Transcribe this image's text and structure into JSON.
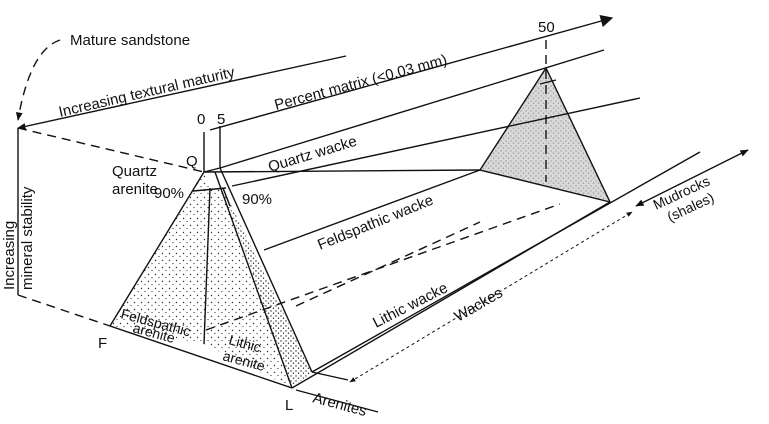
{
  "labels": {
    "mature_sandstone": "Mature sandstone",
    "textural_maturity": "Increasing textural maturity",
    "percent_matrix": "Percent matrix (<0.03 mm)",
    "tick_0": "0",
    "tick_5": "5",
    "tick_50": "50",
    "mineral_stability_line1": "Increasing",
    "mineral_stability_line2": "mineral stability",
    "quartz_arenite_line1": "Quartz",
    "quartz_arenite_line2": "arenite",
    "pct_90_left": "90%",
    "pct_90_right": "90%",
    "vertex_q": "Q",
    "vertex_f": "F",
    "vertex_l": "L",
    "quartz_wacke": "Quartz  wacke",
    "feldspathic_wacke": "Feldspathic  wacke",
    "lithic_wacke": "Lithic  wacke",
    "wackes": "Wackes",
    "arenites": "Arenites",
    "mudrocks_line1": "Mudrocks",
    "mudrocks_line2": "(shales)",
    "feldspathic_arenite_line1": "Feldspathic",
    "feldspathic_arenite_line2": "arenite",
    "lithic_arenite_line1": "Lithic",
    "lithic_arenite_line2": "arenite"
  },
  "colors": {
    "ink": "#111111",
    "shaded_fill": "#d9d9d9",
    "background": "#ffffff"
  }
}
